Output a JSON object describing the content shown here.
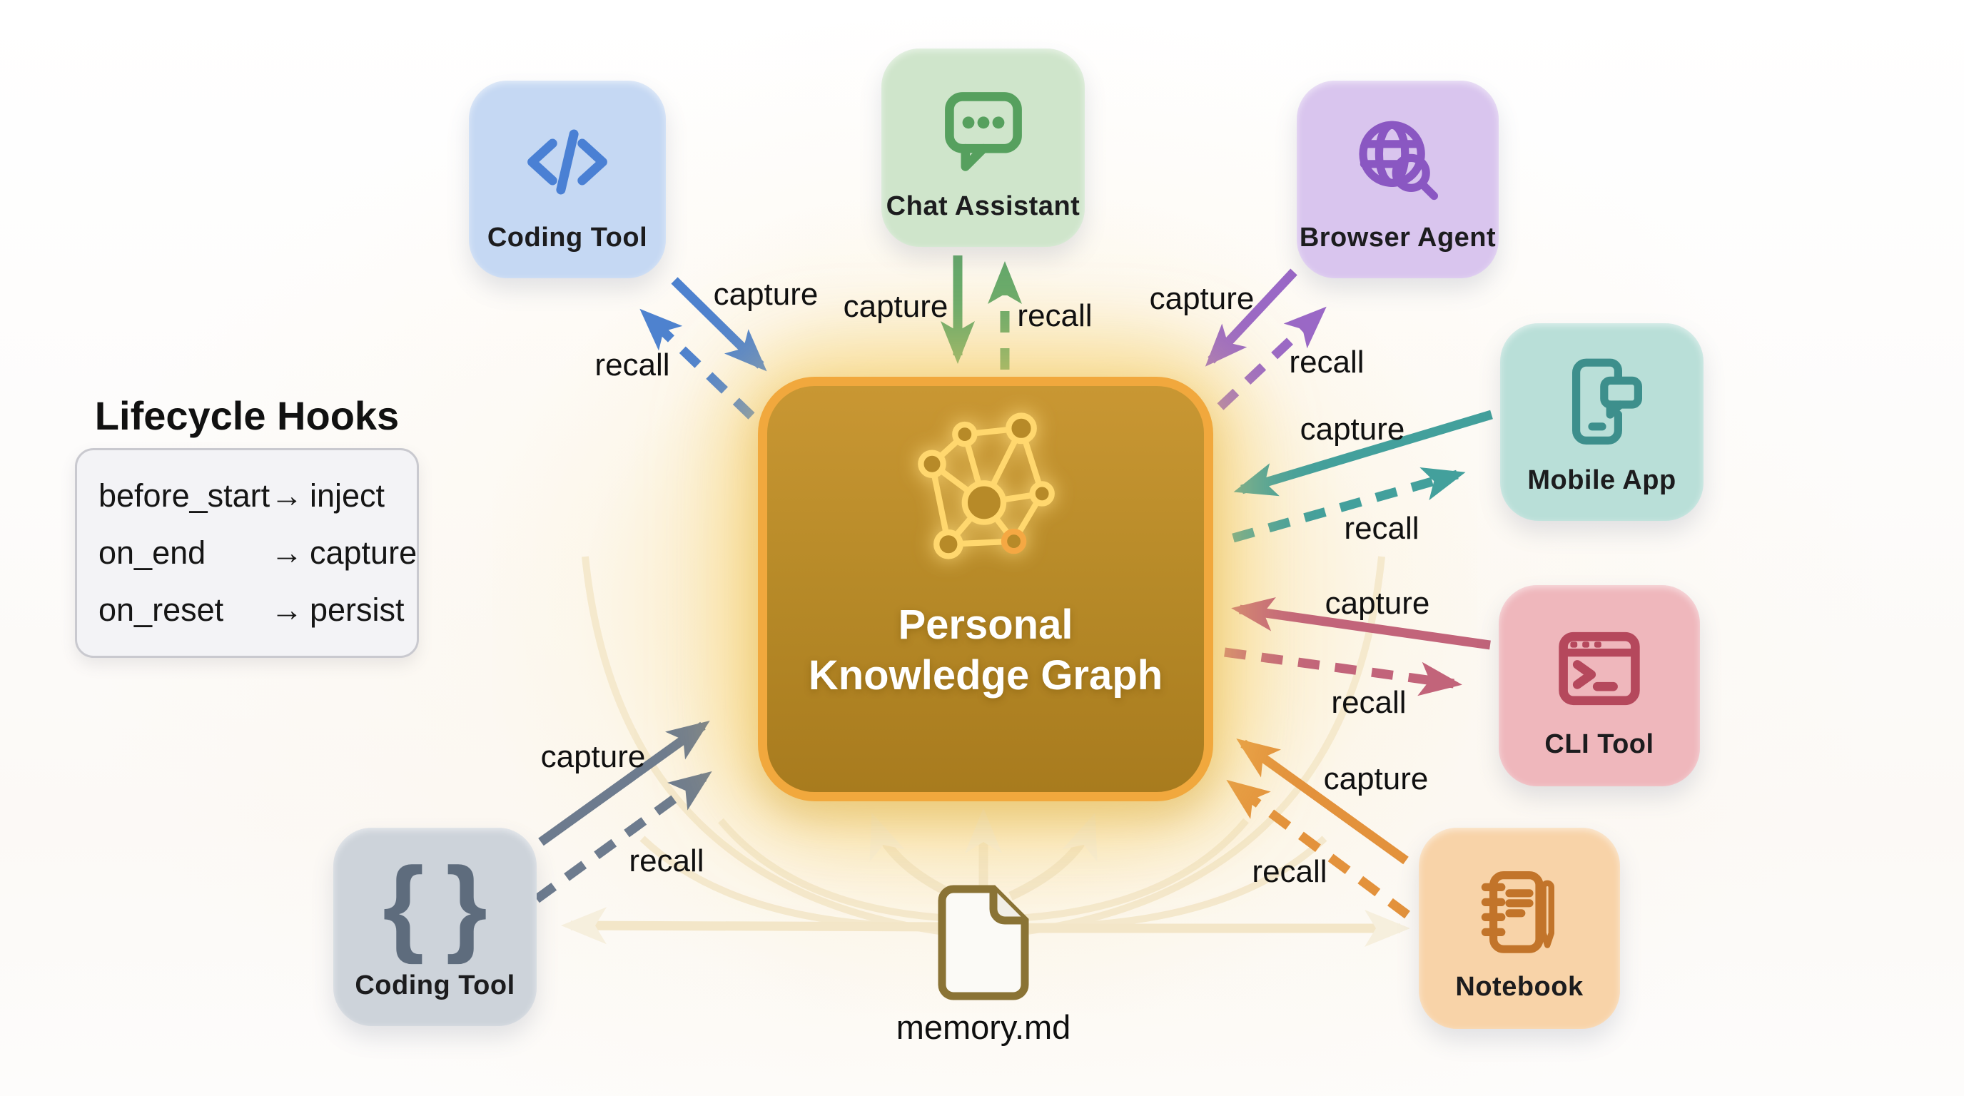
{
  "center": {
    "name": "Personal Knowledge Graph",
    "label_line1": "Personal",
    "label_line2": "Knowledge Graph",
    "fill_top": "#c99733",
    "fill_bottom": "#a87b1e",
    "border": "#f1a83d",
    "icon": "knowledge-graph-icon",
    "icon_color": "#ffd76e"
  },
  "file": {
    "label": "memory.md",
    "icon": "document-icon",
    "icon_color": "#8a7335"
  },
  "lifecycle": {
    "title": "Lifecycle Hooks",
    "rows": [
      {
        "hook": "before_start",
        "arrow": "→",
        "action": "inject"
      },
      {
        "hook": "on_end",
        "arrow": "→",
        "action": "capture"
      },
      {
        "hook": "on_reset",
        "arrow": "→",
        "action": "persist"
      }
    ]
  },
  "tools": [
    {
      "id": "coding-tool-top",
      "label": "Coding Tool",
      "icon": "code-icon",
      "bg": "#c5d8f3",
      "icon_color": "#4a80d4"
    },
    {
      "id": "chat-assistant",
      "label": "Chat Assistant",
      "icon": "chat-bubble-icon",
      "bg": "#cfe5cb",
      "icon_color": "#56a05e"
    },
    {
      "id": "browser-agent",
      "label": "Browser Agent",
      "icon": "globe-search-icon",
      "bg": "#d9c5ee",
      "icon_color": "#8a57c2"
    },
    {
      "id": "mobile-app",
      "label": "Mobile App",
      "icon": "phone-chat-icon",
      "bg": "#b9dfd8",
      "icon_color": "#3d8f8c"
    },
    {
      "id": "cli-tool",
      "label": "CLI Tool",
      "icon": "terminal-icon",
      "bg": "#efb7bc",
      "icon_color": "#b5485c"
    },
    {
      "id": "notebook",
      "label": "Notebook",
      "icon": "notebook-pen-icon",
      "bg": "#f8d3a8",
      "icon_color": "#c2742a"
    },
    {
      "id": "coding-tool-bottom",
      "label": "Coding Tool",
      "icon": "braces-icon",
      "bg": "#cdd3da",
      "icon_color": "#5e6c7d"
    }
  ],
  "connections": [
    {
      "tool": "coding-tool-top",
      "color": "#4e82cf",
      "capture_label": "capture",
      "recall_label": "recall",
      "capture_style": "solid",
      "recall_style": "dashed",
      "capture_to": "center",
      "recall_to": "tool"
    },
    {
      "tool": "chat-assistant",
      "color": "#66a96b",
      "capture_label": "capture",
      "recall_label": "recall",
      "capture_style": "solid",
      "recall_style": "dashed",
      "capture_to": "center",
      "recall_to": "tool"
    },
    {
      "tool": "browser-agent",
      "color": "#9a68c6",
      "capture_label": "capture",
      "recall_label": "recall",
      "capture_style": "solid",
      "recall_style": "dashed",
      "capture_to": "center",
      "recall_to": "tool"
    },
    {
      "tool": "mobile-app",
      "color": "#43a09c",
      "capture_label": "capture",
      "recall_label": "recall",
      "capture_style": "solid",
      "recall_style": "dashed",
      "capture_to": "center",
      "recall_to": "tool"
    },
    {
      "tool": "cli-tool",
      "color": "#c2647a",
      "capture_label": "capture",
      "recall_label": "recall",
      "capture_style": "solid",
      "recall_style": "dashed",
      "capture_to": "center",
      "recall_to": "tool"
    },
    {
      "tool": "notebook",
      "color": "#e3923c",
      "capture_label": "capture",
      "recall_label": "recall",
      "capture_style": "solid",
      "recall_style": "dashed",
      "capture_to": "center",
      "recall_to": "center"
    },
    {
      "tool": "coding-tool-bottom",
      "color": "#6d7b8e",
      "capture_label": "capture",
      "recall_label": "recall",
      "capture_style": "solid",
      "recall_style": "dashed",
      "capture_to": "center",
      "recall_to": "center"
    }
  ],
  "colors": {
    "cream_arrow": "#f3e6c8",
    "cream_head": "#f6efdd",
    "glow": "#f8de96"
  }
}
